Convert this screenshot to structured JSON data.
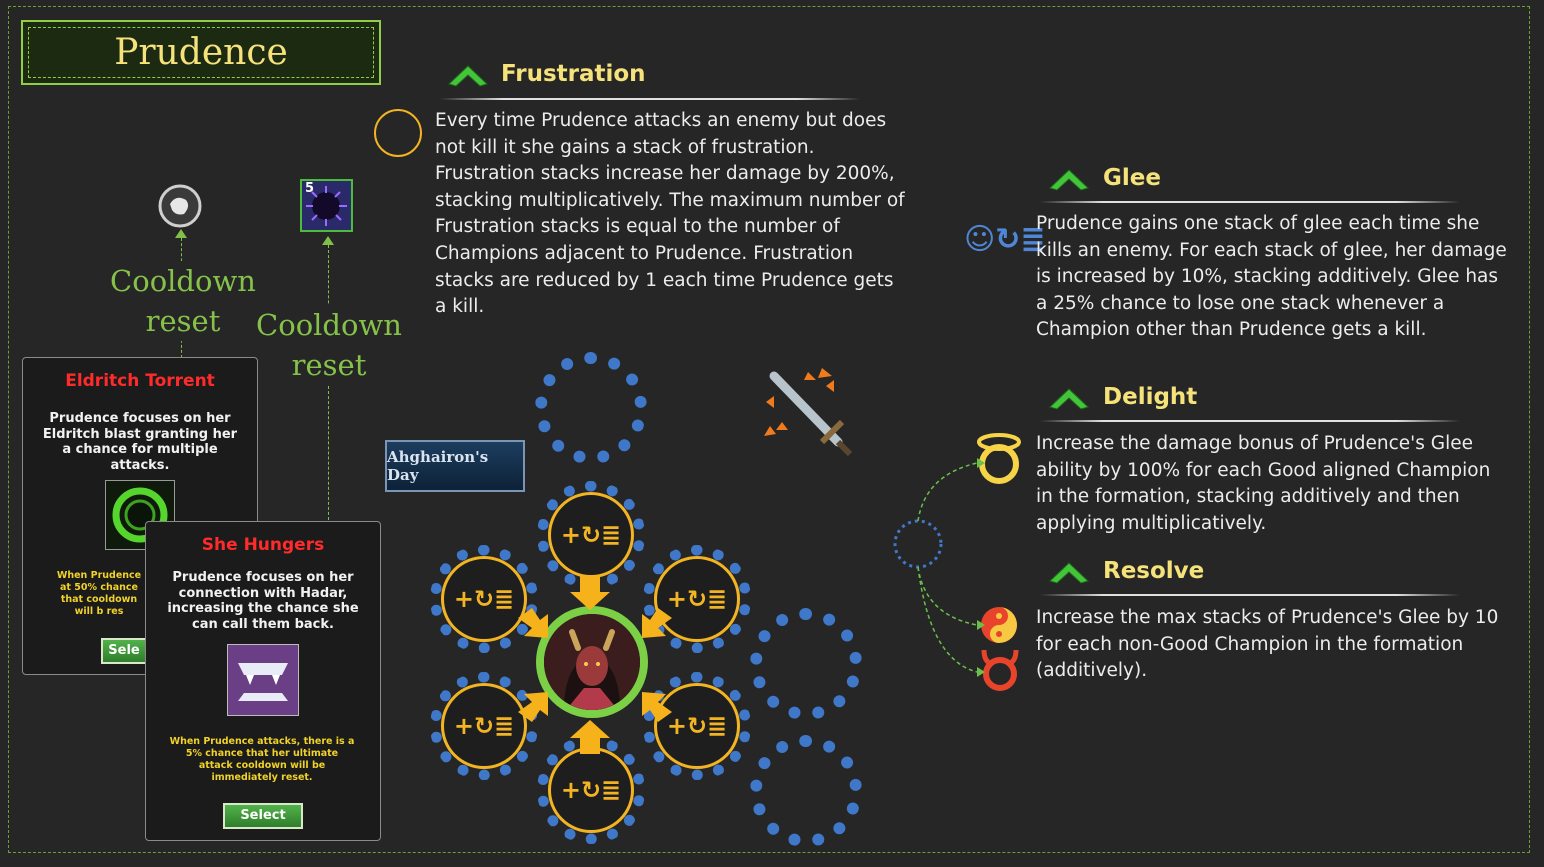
{
  "champion": {
    "name": "Prudence"
  },
  "cooldown_labels": [
    "Cooldown reset",
    "Cooldown reset"
  ],
  "cards": {
    "eldritch": {
      "title": "Eldritch Torrent",
      "desc": "Prudence focuses on her Eldritch blast granting her a chance for multiple attacks.",
      "note_partial": "When Prudence at 50% chance that cooldown will b res",
      "button": "Sele"
    },
    "hungers": {
      "title": "She Hungers",
      "desc": "Prudence focuses on her connection with Hadar, increasing the chance she can call them back.",
      "note": "When Prudence attacks, there is a 5% chance that her ultimate attack cooldown will be immediately reset.",
      "button": "Select"
    }
  },
  "badge": {
    "count": "5"
  },
  "banner": {
    "text": "Ahghairon's Day"
  },
  "formation": {
    "slot_glyph": "+↻≣"
  },
  "abilities": {
    "frustration": {
      "title": "Frustration",
      "text": "Every time Prudence attacks an enemy but does not kill it she gains a stack of frustration. Frustration stacks increase her damage by 200%, stacking multiplicatively. The maximum number of Frustration stacks is equal to the number of Champions adjacent to Prudence. Frustration stacks are reduced by 1 each time Prudence gets a kill."
    },
    "glee": {
      "title": "Glee",
      "text": "Prudence gains one stack of glee each time she kills an enemy. For each stack of glee, her damage is increased by 10%, stacking additively. Glee has a 25% chance to lose one stack whenever a Champion other than Prudence gets a kill."
    },
    "delight": {
      "title": "Delight",
      "text": "Increase the damage bonus of Prudence's Glee ability by 100% for each Good aligned Champion in the formation, stacking additively and then applying multiplicatively."
    },
    "resolve": {
      "title": "Resolve",
      "text": "Increase the max stacks of Prudence's Glee by 10 for each non-Good Champion in the formation (additively)."
    }
  },
  "colors": {
    "accent_green": "#8ecf46",
    "title_yellow": "#f5e27a",
    "slot_gold": "#f2b422",
    "ring_blue": "#3f78c8",
    "card_red": "#ff2b2b"
  },
  "icons": [
    "orb-icon",
    "shadow-burst-icon",
    "eldritch-vine-icon",
    "fangs-icon",
    "sword-icon",
    "halo-icon",
    "yin-yang-icon",
    "horns-icon",
    "glee-stack-icon",
    "chevron-up-icon"
  ]
}
